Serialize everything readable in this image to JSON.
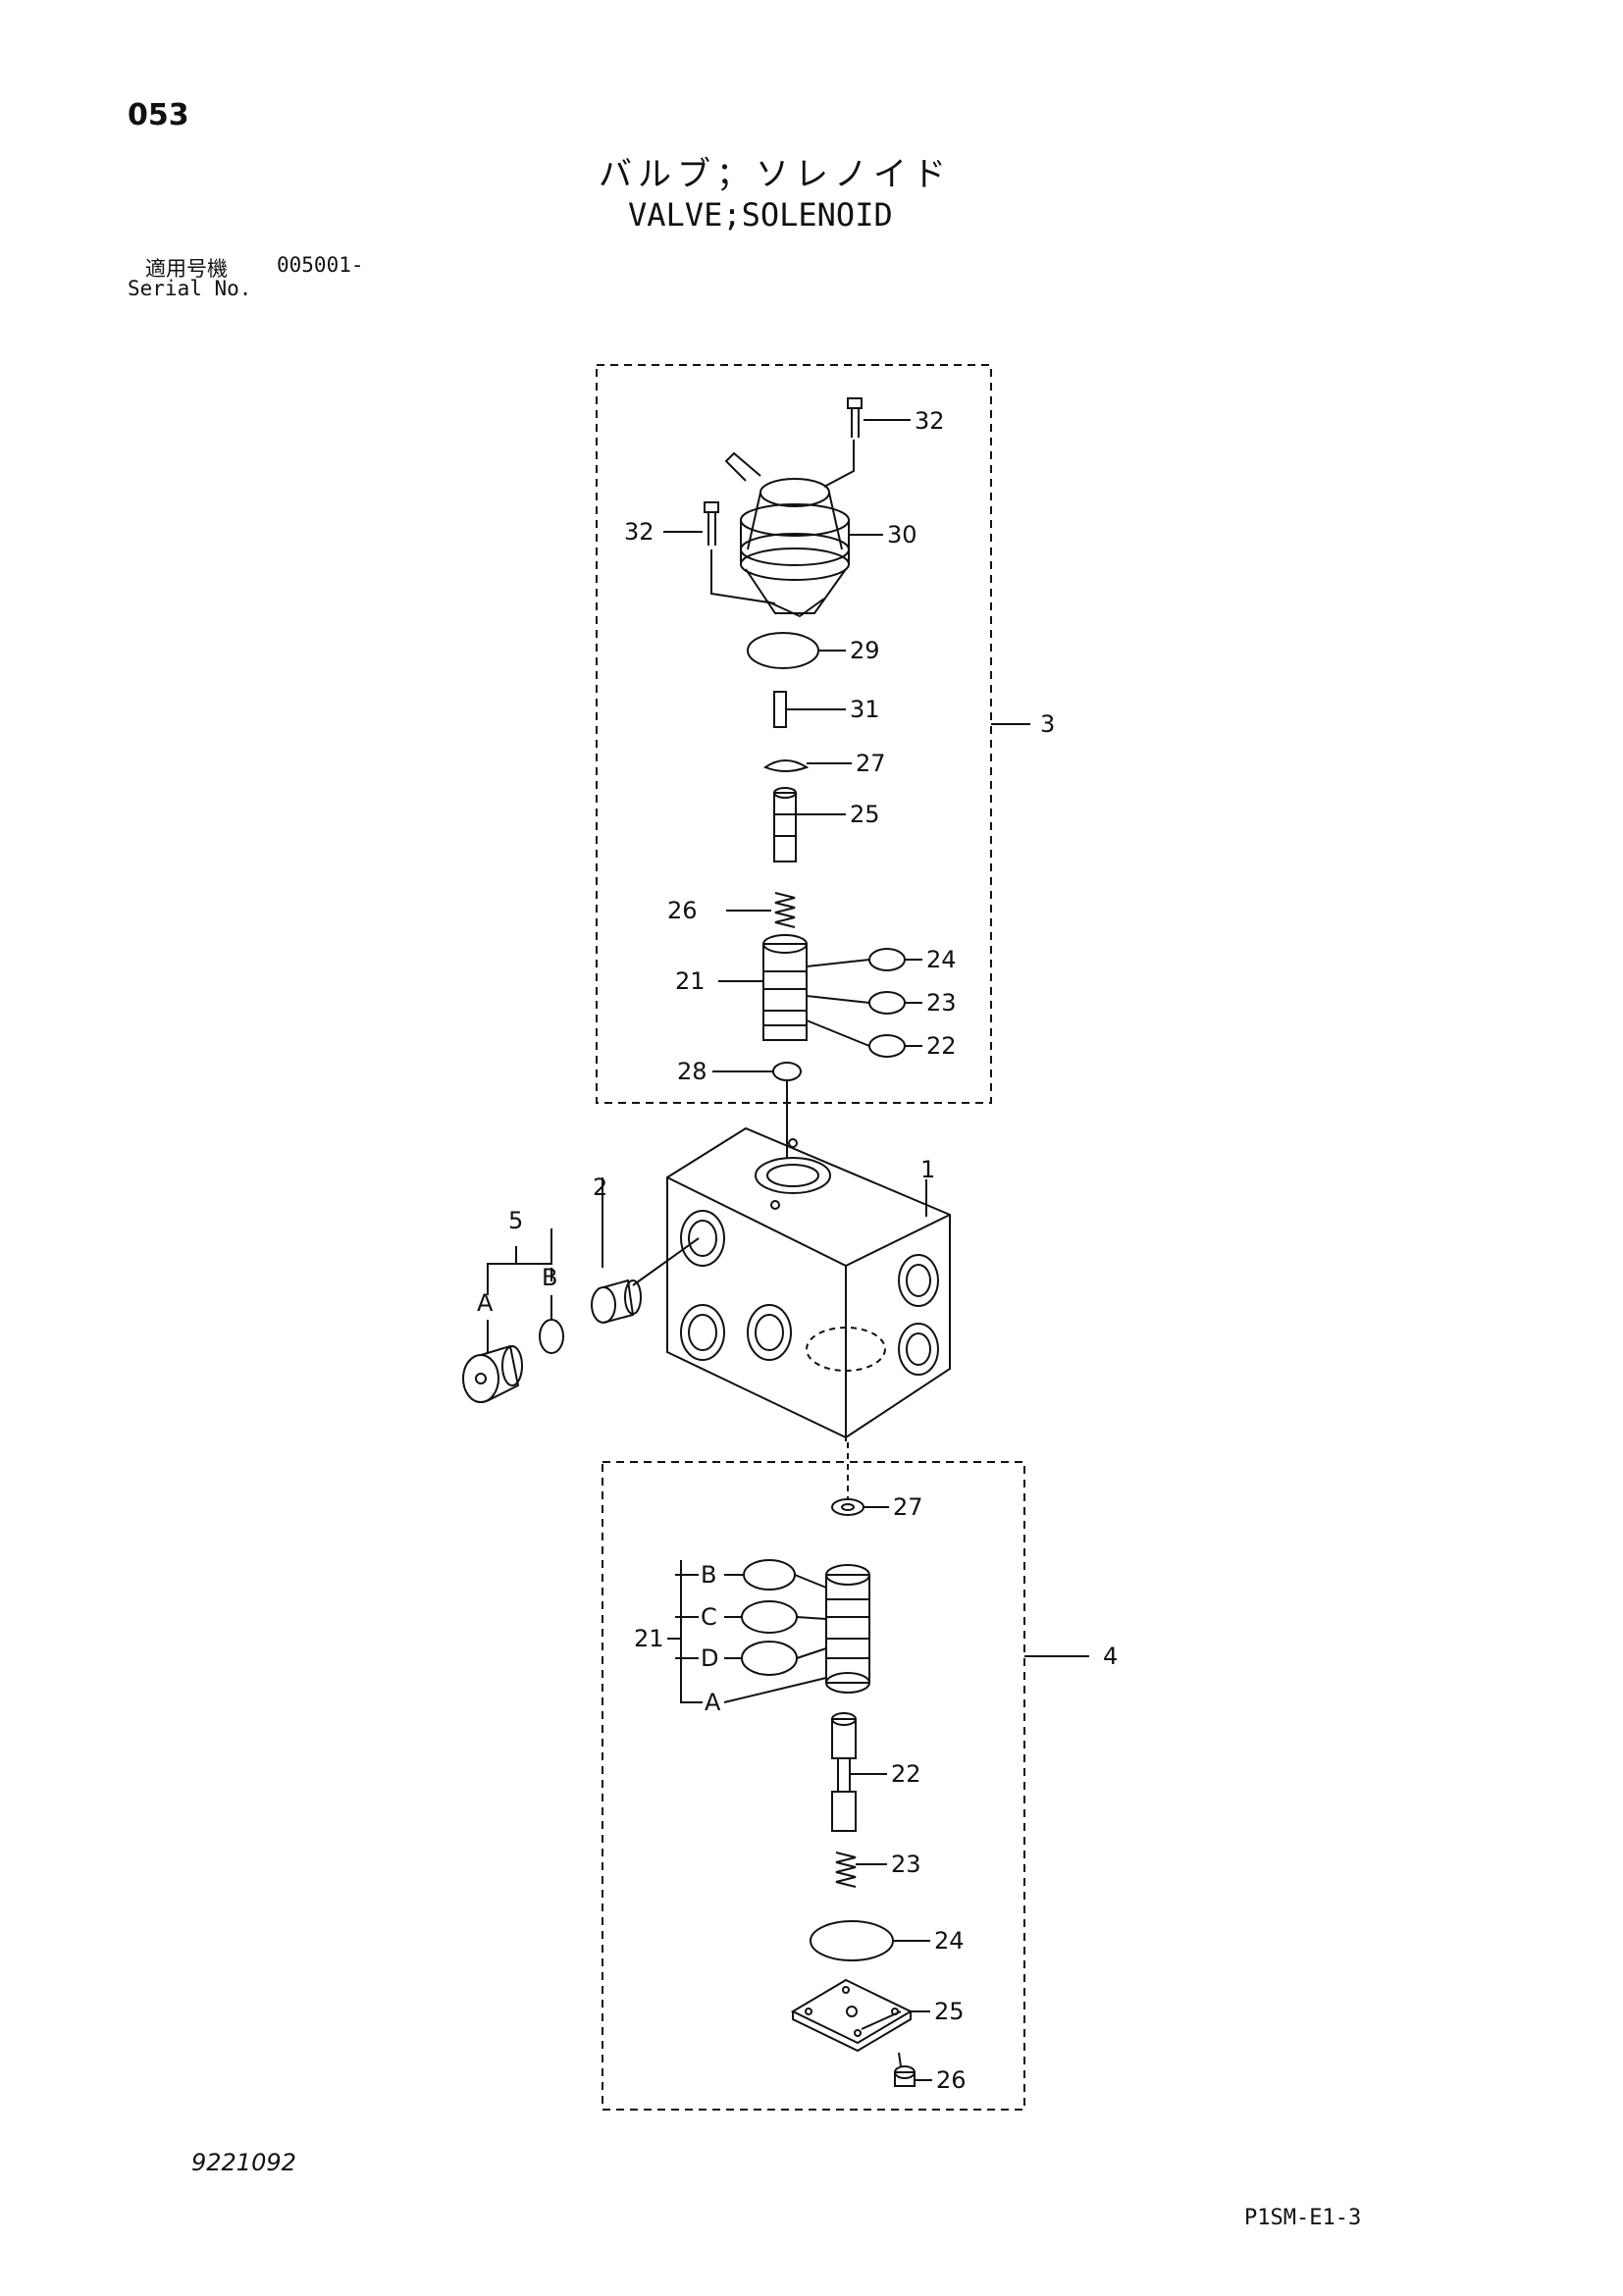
{
  "header": {
    "page_number": "053",
    "title_jp": "バルブ；ソレノイド",
    "title_en": "VALVE;SOLENOID",
    "serial_label_jp": "適用号機",
    "serial_value": "005001-",
    "serial_label_en": "Serial No."
  },
  "footer": {
    "doc_number": "9221092",
    "doc_code": "P1SM-E1-3"
  },
  "callouts": {
    "c1": "1",
    "c2": "2",
    "c3": "3",
    "c4": "4",
    "c5": "5",
    "c5a": "A",
    "c5b": "B",
    "u32a": "32",
    "u32b": "32",
    "u30": "30",
    "u29": "29",
    "u31": "31",
    "u27": "27",
    "u25": "25",
    "u26": "26",
    "u24": "24",
    "u21": "21",
    "u23": "23",
    "u22": "22",
    "u28": "28",
    "l27": "27",
    "l21": "21",
    "l21b": "B",
    "l21c": "C",
    "l21d": "D",
    "l21a": "A",
    "l22": "22",
    "l23": "23",
    "l24": "24",
    "l25": "25",
    "l26": "26"
  }
}
